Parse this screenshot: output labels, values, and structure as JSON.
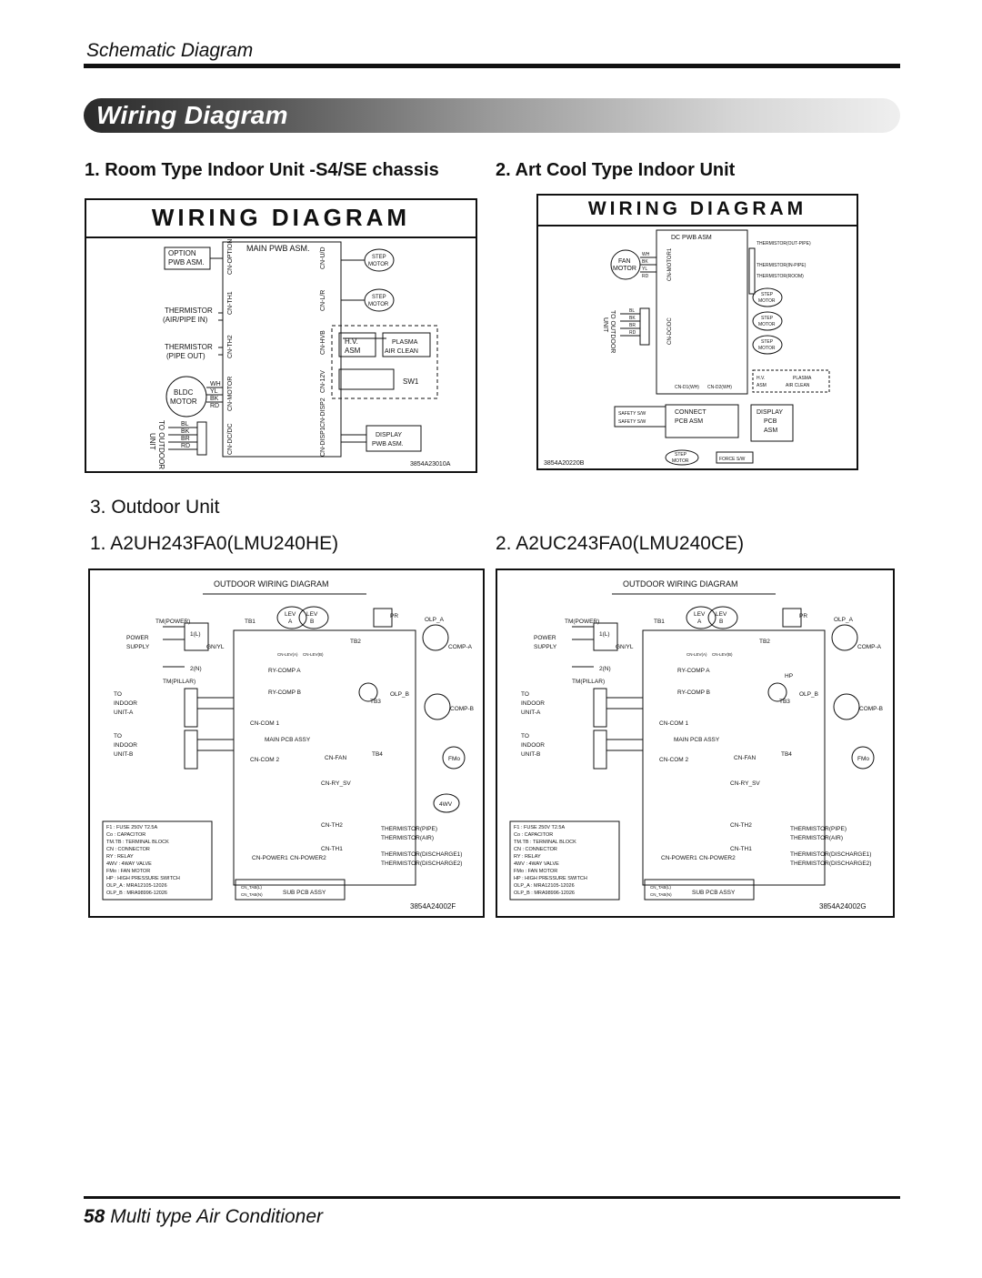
{
  "header": {
    "section": "Schematic Diagram"
  },
  "banner": {
    "title": "Wiring Diagram"
  },
  "indoor": {
    "room_heading": "1. Room Type Indoor Unit -S4/SE chassis",
    "artcool_heading": "2. Art Cool Type Indoor Unit",
    "panel_title": "WIRING DIAGRAM",
    "room": {
      "main_pwb": "MAIN PWB ASM.",
      "option": [
        "OPTION",
        "PWB ASM."
      ],
      "thermistor_air": [
        "THERMISTOR",
        "(AIR/PIPE IN)"
      ],
      "thermistor_pipe": [
        "THERMISTOR",
        "(PIPE OUT)"
      ],
      "bldc": [
        "BLDC",
        "MOTOR"
      ],
      "step_motor": [
        "STEP",
        "MOTOR"
      ],
      "hv": [
        "H.V.",
        "ASM"
      ],
      "plasma": [
        "PLASMA",
        "AIR CLEAN"
      ],
      "sw1": "SW1",
      "display": [
        "DISPLAY",
        "PWB ASM."
      ],
      "to_outdoor": [
        "TO OUTDOOR",
        "UNIT"
      ],
      "connectors_left": [
        "CN-OPTION",
        "CN-TH1",
        "CN-TH2",
        "CN-MOTOR",
        "CN-DC/DC"
      ],
      "connectors_right": [
        "CN-U/D",
        "CN-L/R",
        "CN-HVB",
        "CN-12V",
        "CN-DISP2",
        "CN-DISP1"
      ],
      "wire_colors": [
        "WH",
        "YL",
        "BK",
        "RD",
        "BL",
        "BK",
        "BR",
        "RD",
        "RD",
        "BK",
        "BK",
        "BK"
      ],
      "code": "3854A23010A"
    },
    "artcool": {
      "dc_pwb": "DC PWB ASM",
      "fan_motor": [
        "FAN",
        "MOTOR"
      ],
      "to_outdoor": [
        "TO OUTDOOR",
        "UNIT"
      ],
      "thermistors": [
        "THERMISTOR(OUT-PIPE)",
        "THERMISTOR(IN-PIPE)",
        "THERMISTOR(ROOM)"
      ],
      "step_motor": [
        "STEP",
        "MOTOR"
      ],
      "hv": [
        "H.V.",
        "ASM"
      ],
      "plasma": [
        "PLASMA",
        "AIR CLEAN"
      ],
      "connect_pcb": [
        "CONNECT",
        "PCB ASM"
      ],
      "display_pcb": [
        "DISPLAY",
        "PCB",
        "ASM"
      ],
      "safety": [
        "SAFETY S/W",
        "SAFETY S/W"
      ],
      "force_sw": "FORCE S/W",
      "connectors_left": [
        "CN-MOTOR1",
        "CN-DC/DC"
      ],
      "connectors_bottom": [
        "CN-D1(WH)",
        "CN-D2(WH)"
      ],
      "wire_colors": [
        "WH",
        "BK",
        "YL",
        "RD",
        "BL",
        "BK",
        "BR",
        "RD"
      ],
      "code": "3854A20220B"
    }
  },
  "outdoor": {
    "heading": "3. Outdoor Unit",
    "model1_heading": "1. A2UH243FA0(LMU240HE)",
    "model2_heading": "2. A2UC243FA0(LMU240CE)",
    "panel_title": "OUTDOOR WIRING DIAGRAM",
    "labels": {
      "tm_power": "TM(POWER)",
      "tm_pillar": "TM(PILLAR)",
      "power_supply": [
        "POWER",
        "SUPPLY"
      ],
      "one_l": "1(L)",
      "two_n": "2(N)",
      "gn_yl": "GN/YL",
      "to_indoor_a": [
        "TO",
        "INDOOR",
        "UNIT-A"
      ],
      "to_indoor_b": [
        "TO",
        "INDOOR",
        "UNIT-B"
      ],
      "tb1": "TB1",
      "tb2": "TB2",
      "tb3": "TB3",
      "tb4": "TB4",
      "lev_a": [
        "LEV",
        "A"
      ],
      "lev_b": [
        "LEV",
        "B"
      ],
      "pr": "PR",
      "olp_a": "OLP_A",
      "olp_b": "OLP_B",
      "comp_a": "COMP-A",
      "comp_b": "COMP-B",
      "ry_comp_a": "RY-COMP A",
      "ry_comp_b": "RY-COMP B",
      "cn_com1": "CN-COM 1",
      "cn_com2": "CN-COM 2",
      "main_pcb": "MAIN PCB ASSY",
      "cn_fan": "CN-FAN",
      "fmo": "FMo",
      "cn_ry_sv": "CN-RY_SV",
      "fourwv": "4WV",
      "cn_th2": "CN-TH2",
      "cn_th1": "CN-TH1",
      "cn_power1": "CN-POWER1",
      "cn_power2": "CN-POWER2",
      "sub_pcb": "SUB PCB ASSY",
      "thermistor_pipe": "THERMISTOR(PIPE)",
      "thermistor_air": "THERMISTOR(AIR)",
      "thermistor_dis1": "THERMISTOR(DISCHARGE1)",
      "thermistor_dis2": "THERMISTOR(DISCHARGE2)",
      "hp": "HP",
      "cn_lev_a": "CN-LEV(A)",
      "cn_lev_b": "CN-LEV(B)",
      "cn_tab_l": "CN_TAB(L)",
      "cn_tab_n": "CN_TAB(N)"
    },
    "legend": [
      "F1 : FUSE 250V  T2.5A",
      "Co : CAPACITOR",
      "TM.TB : TERMINAL BLOCK",
      "CN : CONNECTOR",
      "RY : RELAY",
      "4WV : 4WAY VALVE",
      "FMo : FAN MOTOR",
      "HP : HIGH PRESSURE SWITCH",
      "OLP_A : MRA12105-12026",
      "OLP_B : MRA98996-12026"
    ],
    "code1": "3854A24002F",
    "code2": "3854A24002G"
  },
  "footer": {
    "page": "58",
    "title": "Multi type Air Conditioner"
  }
}
